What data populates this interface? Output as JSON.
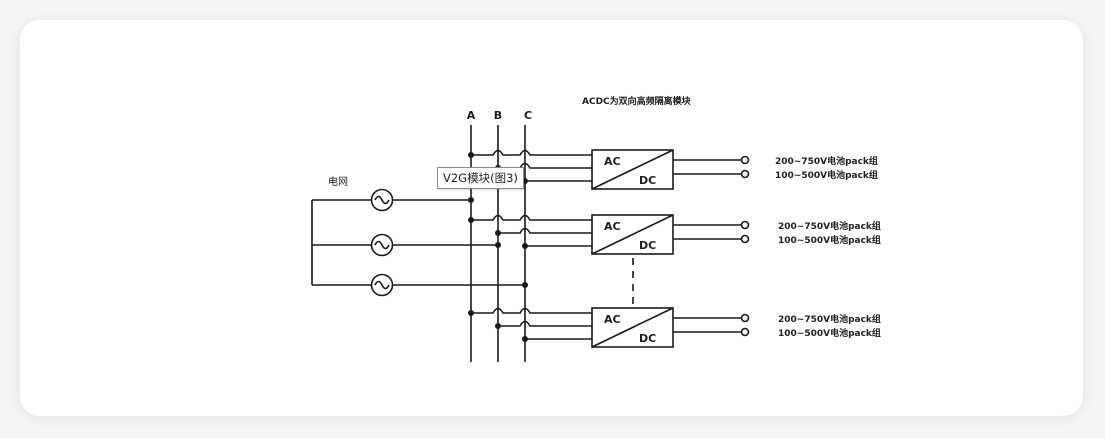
{
  "diagram": {
    "title": "ACDC为双向高频隔离模块",
    "grid_label": "电网",
    "bus_labels": [
      "A",
      "B",
      "C"
    ],
    "tooltip": "V2G模块(图3)",
    "modules": [
      {
        "ac_label": "AC",
        "dc_label": "DC",
        "output_high": "200~750V电池pack组",
        "output_low": "100~500V电池pack组"
      },
      {
        "ac_label": "AC",
        "dc_label": "DC",
        "output_high": "200~750V电池pack组",
        "output_low": "100~500V电池pack组"
      },
      {
        "ac_label": "AC",
        "dc_label": "DC",
        "output_high": "200~750V电池pack组",
        "output_low": "100~500V电池pack组"
      }
    ],
    "ac_source_count": 3,
    "colors": {
      "line": "#1a1a1a",
      "card": "#ffffff",
      "background": "#f4f4f5"
    }
  }
}
